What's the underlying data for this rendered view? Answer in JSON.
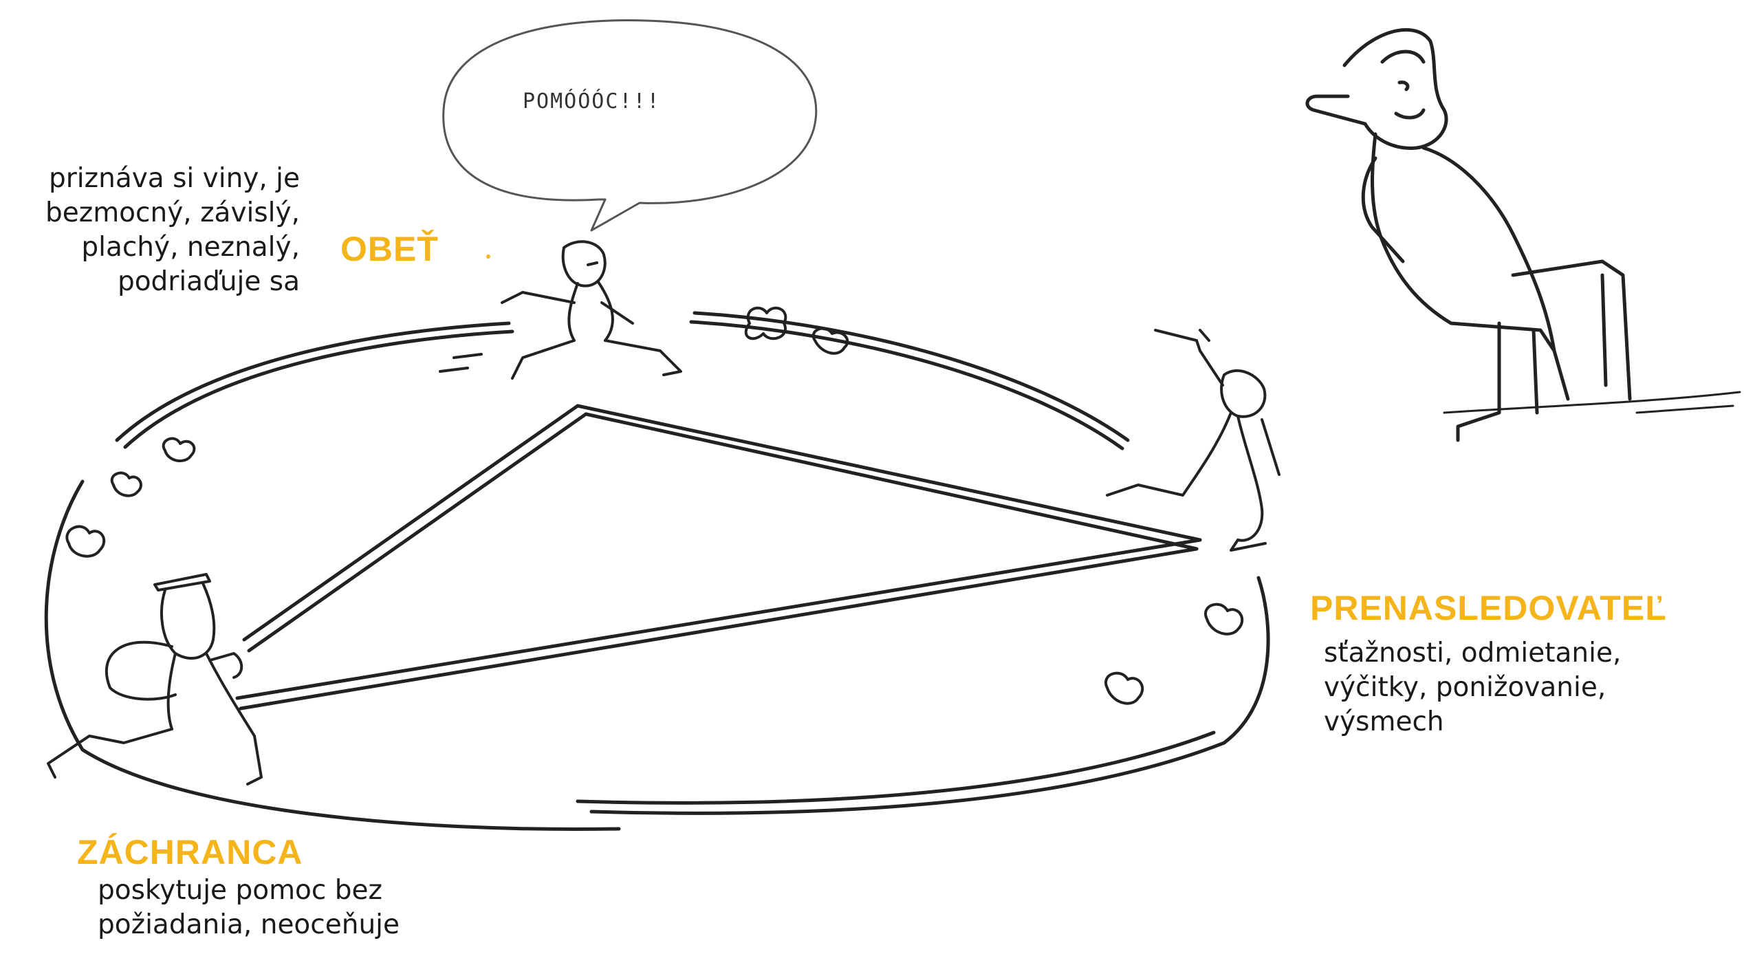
{
  "speech_bubble": {
    "text": "POMÓÓÓC!!!"
  },
  "roles": {
    "victim": {
      "title": "OBEŤ",
      "description_lines": [
        "priznáva si viny, je",
        "bezmocný, závislý,",
        "plachý, neznalý,",
        "podriaďuje sa"
      ]
    },
    "persecutor": {
      "title": "PRENASLEDOVATEĽ",
      "description_lines": [
        "sťažnosti, odmietanie,",
        "výčitky, ponižovanie,",
        "výsmech"
      ]
    },
    "rescuer": {
      "title": "ZÁCHRANCA",
      "description_lines": [
        "poskytuje pomoc bez",
        "požiadania, neoceňuje"
      ]
    }
  },
  "colors": {
    "role_title": "#F5B41A",
    "body_text": "#1a1a1a",
    "sketch_line": "#222222"
  },
  "icons": [
    "speech-bubble-icon",
    "running-victim-icon",
    "persecutor-with-knife-icon",
    "running-rescuer-icon",
    "seated-observer-icon",
    "dust-cloud-icon"
  ]
}
